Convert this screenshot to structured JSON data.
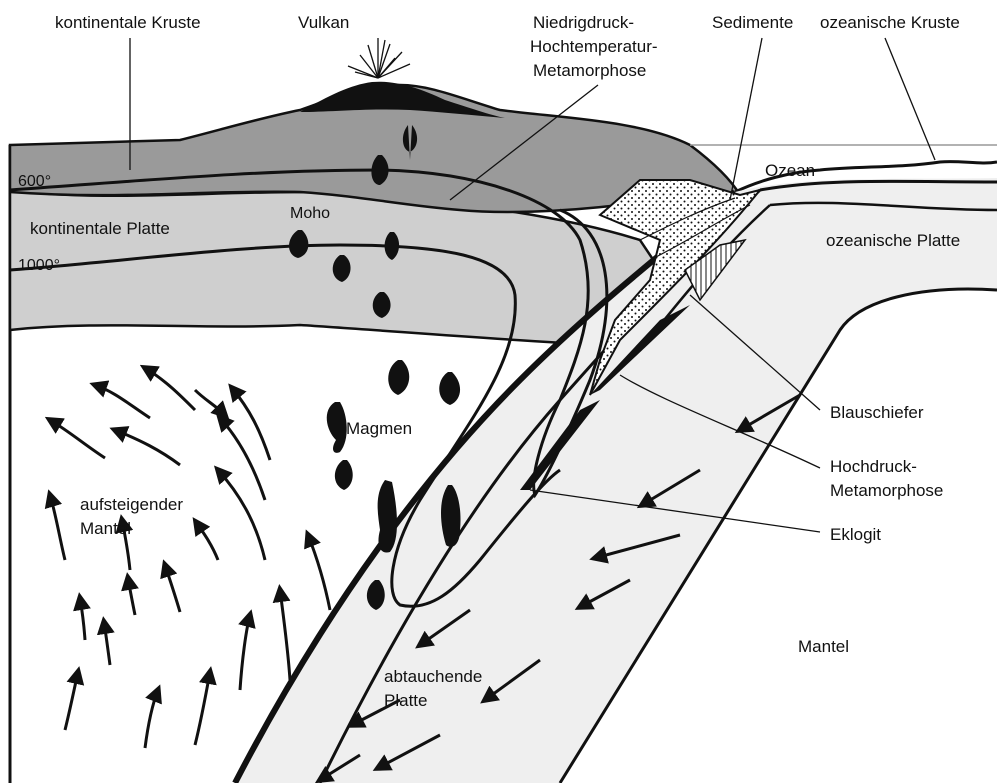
{
  "labels": {
    "kontinentale_kruste": "kontinentale Kruste",
    "vulkan": "Vulkan",
    "metamorphose_title_1": "Niedrigdruck-",
    "metamorphose_title_2": "Hochtemperatur-",
    "metamorphose_title_3": "Metamorphose",
    "sedimente": "Sedimente",
    "ozeanische_kruste": "ozeanische Kruste",
    "ozean": "Ozean",
    "temp_600": "600°",
    "moho": "Moho",
    "kontinentale_platte": "kontinentale Platte",
    "ozeanische_platte": "ozeanische Platte",
    "temp_1000": "1000°",
    "magmen": "Magmen",
    "blauschiefer": "Blauschiefer",
    "hochdruck_1": "Hochdruck-",
    "hochdruck_2": "Metamorphose",
    "eklogit": "Eklogit",
    "aufsteigender_1": "aufsteigender",
    "aufsteigender_2": "Mantel",
    "mantel": "Mantel",
    "abtauchende_1": "abtauchende",
    "abtauchende_2": "Platte"
  },
  "colors": {
    "crust_dark": "#9a9a9a",
    "crust_light": "#cfcfcf",
    "slab_fill": "#efefef",
    "ink": "#111111",
    "background": "#ffffff"
  }
}
